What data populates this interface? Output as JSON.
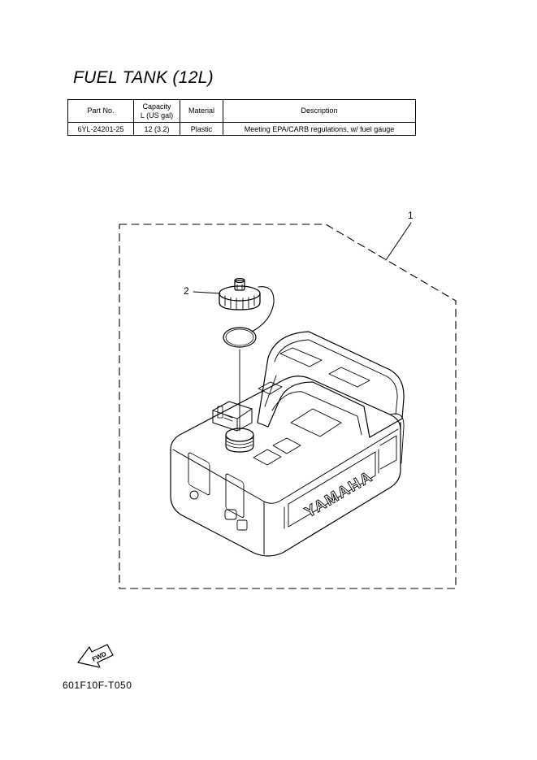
{
  "title": "FUEL TANK (12L)",
  "table": {
    "headers": {
      "part_no": "Part No.",
      "capacity_line1": "Capacity",
      "capacity_line2": "L (US gal)",
      "material": "Material",
      "description": "Description"
    },
    "row": {
      "part_no": "6YL-24201-25",
      "capacity": "12 (3.2)",
      "material": "Plastic",
      "description": "Meeting EPA/CARB regulations, w/ fuel gauge"
    }
  },
  "callouts": {
    "tank": "1",
    "cap": "2"
  },
  "tank_brand": "YAMAHA",
  "fwd_label": "FWD",
  "figure_code": "601F10F-T050"
}
